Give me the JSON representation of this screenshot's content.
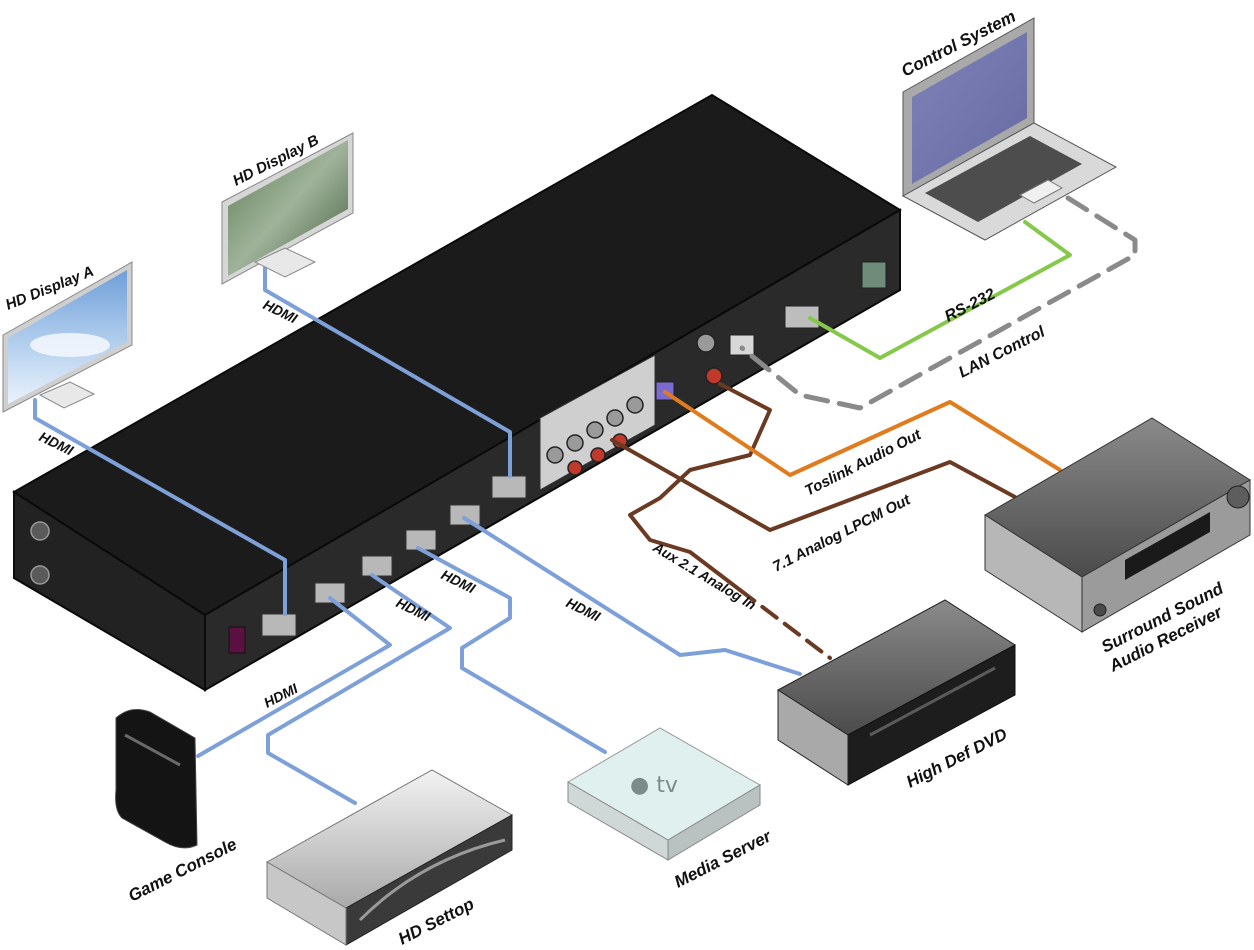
{
  "devices": {
    "display_a": "HD Display A",
    "display_b": "HD Display B",
    "control_system": "Control System",
    "game_console": "Game Console",
    "hd_settop": "HD Settop",
    "media_server": "Media Server",
    "high_def_dvd": "High Def DVD",
    "receiver_line1": "Surround Sound",
    "receiver_line2": "Audio Receiver"
  },
  "connections": {
    "hdmi": "HDMI",
    "rs232": "RS-232",
    "lan_control": "LAN Control",
    "toslink": "Toslink Audio Out",
    "analog_71": "7.1 Analog LPCM Out",
    "aux_21": "Aux 2.1 Analog In"
  },
  "colors": {
    "hdmi_cable": "#7ea0d8",
    "rs232_cable": "#86c84a",
    "lan_cable": "#8a8a8a",
    "toslink_cable": "#e07b1e",
    "analog_cable": "#6b3a22",
    "chassis": "#1d1d1d"
  }
}
